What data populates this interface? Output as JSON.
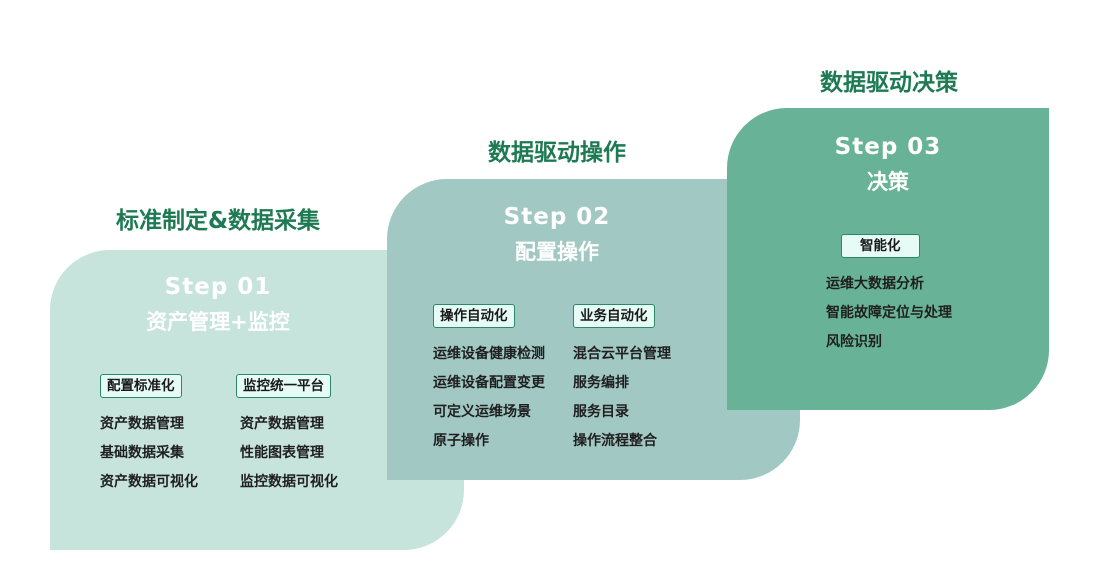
{
  "stages": [
    {
      "title": "标准制定&数据采集",
      "step": "Step 01",
      "name": "资产管理+监控",
      "groups": [
        {
          "tag": "配置标准化",
          "items": [
            "资产数据管理",
            "基础数据采集",
            "资产数据可视化"
          ]
        },
        {
          "tag": "监控统一平台",
          "items": [
            "资产数据管理",
            "性能图表管理",
            "监控数据可视化"
          ]
        }
      ]
    },
    {
      "title": "数据驱动操作",
      "step": "Step 02",
      "name": "配置操作",
      "groups": [
        {
          "tag": "操作自动化",
          "items": [
            "运维设备健康检测",
            "运维设备配置变更",
            "可定义运维场景",
            "原子操作"
          ]
        },
        {
          "tag": "业务自动化",
          "items": [
            "混合云平台管理",
            "服务编排",
            "服务目录",
            "操作流程整合"
          ]
        }
      ]
    },
    {
      "title": "数据驱动决策",
      "step": "Step 03",
      "name": "决策",
      "groups": [
        {
          "tag": "智能化",
          "items": [
            "运维大数据分析",
            "智能故障定位与处理",
            "风险识别"
          ]
        }
      ]
    }
  ],
  "colors": {
    "title": "#1d7a52",
    "card1": "#c6e3dc",
    "card2": "#a1c8c3",
    "card3": "#68b297",
    "tag_bg": "#e6fbf5",
    "tag_border": "#2a8a63"
  }
}
